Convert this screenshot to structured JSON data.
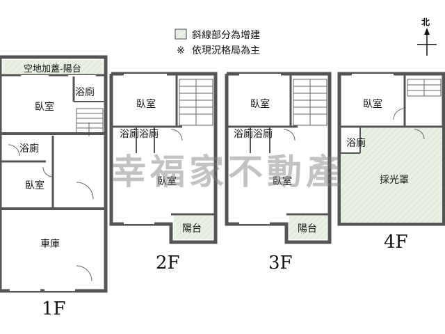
{
  "legend": {
    "hatched_area": "斜線部分為增建",
    "note_mark": "※",
    "note": "依現況格局為主",
    "hatch_color": "#e8f1e4"
  },
  "compass": {
    "label": "北"
  },
  "watermark": "幸福家不動產",
  "floors": {
    "f1": {
      "label": "1F",
      "rooms": {
        "roof_addition": "空地加蓋-陽台",
        "bedroom_top": "臥室",
        "bath_top": "浴廁",
        "bath_mid": "浴廁",
        "bedroom_mid": "臥室",
        "garage": "車庫"
      }
    },
    "f2": {
      "label": "2F",
      "rooms": {
        "bedroom_top": "臥室",
        "bath_left": "浴廁",
        "bath_right": "浴廁",
        "bedroom_main": "臥室",
        "balcony": "陽台"
      }
    },
    "f3": {
      "label": "3F",
      "rooms": {
        "bedroom_top": "臥室",
        "bath_left": "浴廁",
        "bath_right": "浴廁",
        "bedroom_main": "臥室",
        "balcony": "陽台"
      }
    },
    "f4": {
      "label": "4F",
      "rooms": {
        "bedroom_top": "臥室",
        "bath": "浴廁",
        "skylight": "採光罩"
      }
    }
  }
}
